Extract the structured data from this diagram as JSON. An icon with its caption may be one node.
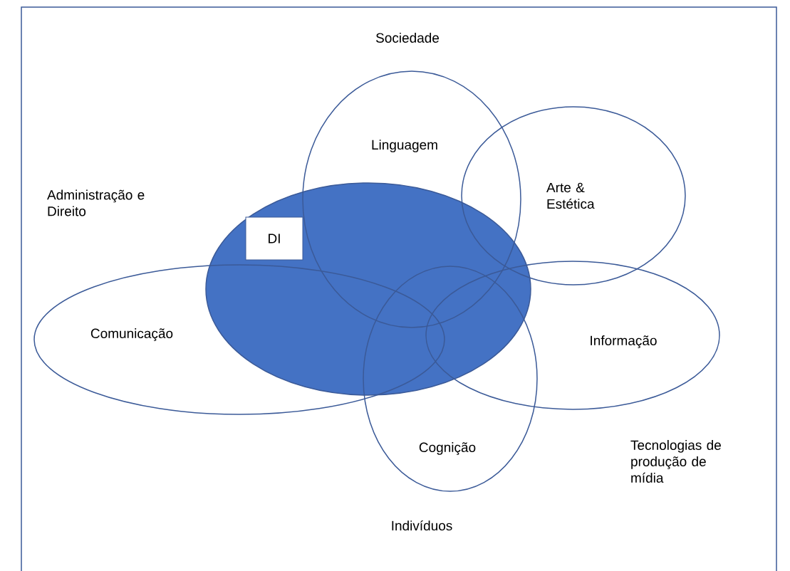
{
  "diagram": {
    "nodes": [
      {
        "text": [
          "Linguagem"
        ]
      },
      {
        "text": [
          "Arte & Estética"
        ]
      },
      {
        "text": [],
        "shape": "ellipse"
      },
      {
        "text": [
          "DI"
        ],
        "in": 2
      },
      {
        "text": [
          "Comunicação"
        ]
      },
      {
        "text": [
          "Informação"
        ]
      },
      {
        "text": [
          "Cognição"
        ]
      }
    ],
    "labels": [
      "Sociedade",
      "Administração e Direito",
      "Tecnologias de produção de mídia",
      "Indivíduos"
    ]
  }
}
